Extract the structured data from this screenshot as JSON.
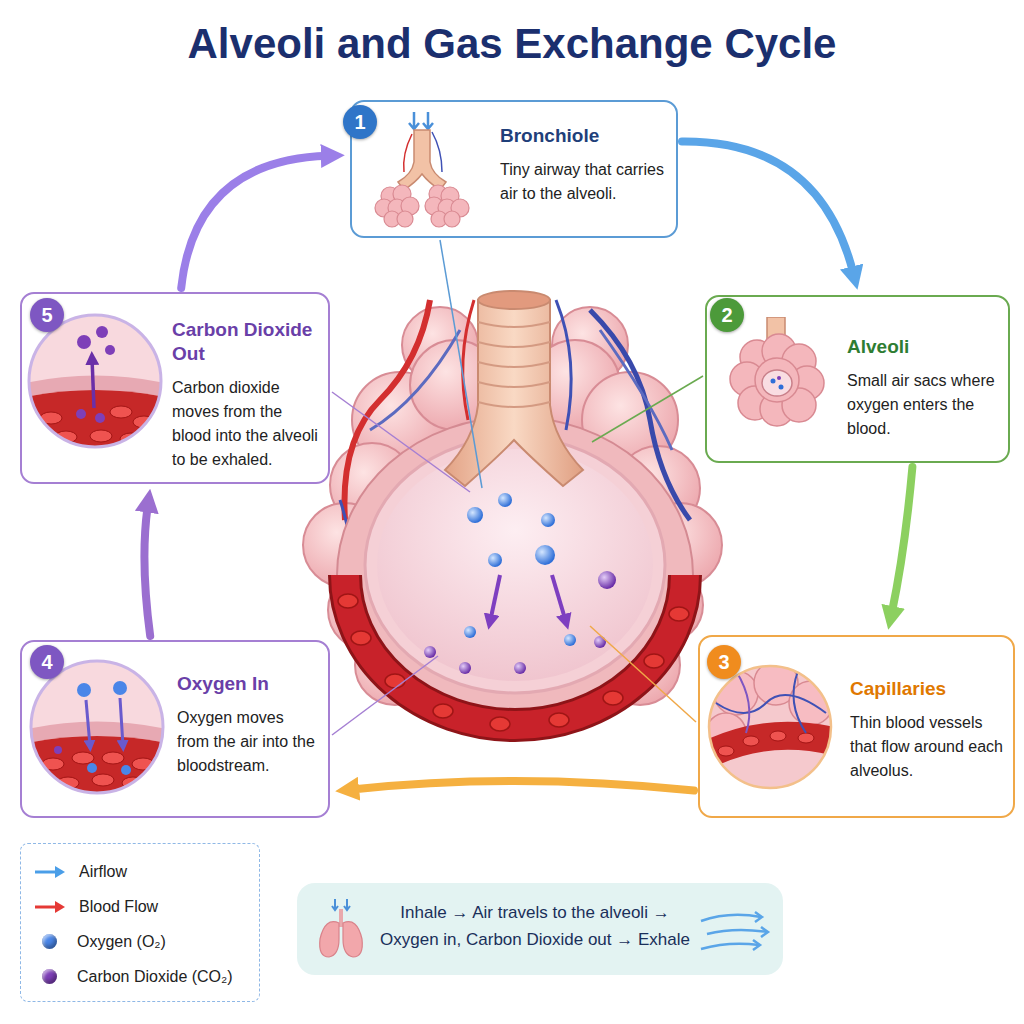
{
  "diagram": {
    "title": "Alveoli and Gas Exchange Cycle",
    "nodes": [
      {
        "text": [
          "1",
          "Bronchiole",
          "Tiny airway that carries air to the alveoli."
        ]
      },
      {
        "text": [
          "2",
          "Alveoli",
          "Small air sacs where oxygen enters the blood."
        ]
      },
      {
        "text": [
          "3",
          "Capillaries",
          "Thin blood vessels that flow around each alveolus."
        ]
      },
      {
        "text": [
          "4",
          "Oxygen In",
          "Oxygen moves from the air into the bloodstream."
        ]
      },
      {
        "text": [
          "5",
          "Carbon Dioxide Out",
          "Carbon dioxide moves from the blood into the alveoli to be exhaled."
        ]
      },
      {
        "text": [
          "Inhale → Air travels to the alveoli → Oxygen in, Carbon Dioxide out → Exhale"
        ]
      }
    ],
    "edges": [
      {
        "from": 0,
        "to": 1,
        "arrow": "to"
      },
      {
        "from": 1,
        "to": 2,
        "arrow": "to"
      },
      {
        "from": 2,
        "to": 3,
        "arrow": "to"
      },
      {
        "from": 3,
        "to": 4,
        "arrow": "to"
      },
      {
        "from": 4,
        "to": 0,
        "arrow": "to"
      }
    ],
    "legend": [
      {
        "text": "Airflow"
      },
      {
        "text": "Blood Flow"
      },
      {
        "text": "Oxygen (O₂)",
        "color": "#4a86e8"
      },
      {
        "text": "Carbon Dioxide (CO₂)",
        "color": "#7e3fb8"
      }
    ]
  }
}
